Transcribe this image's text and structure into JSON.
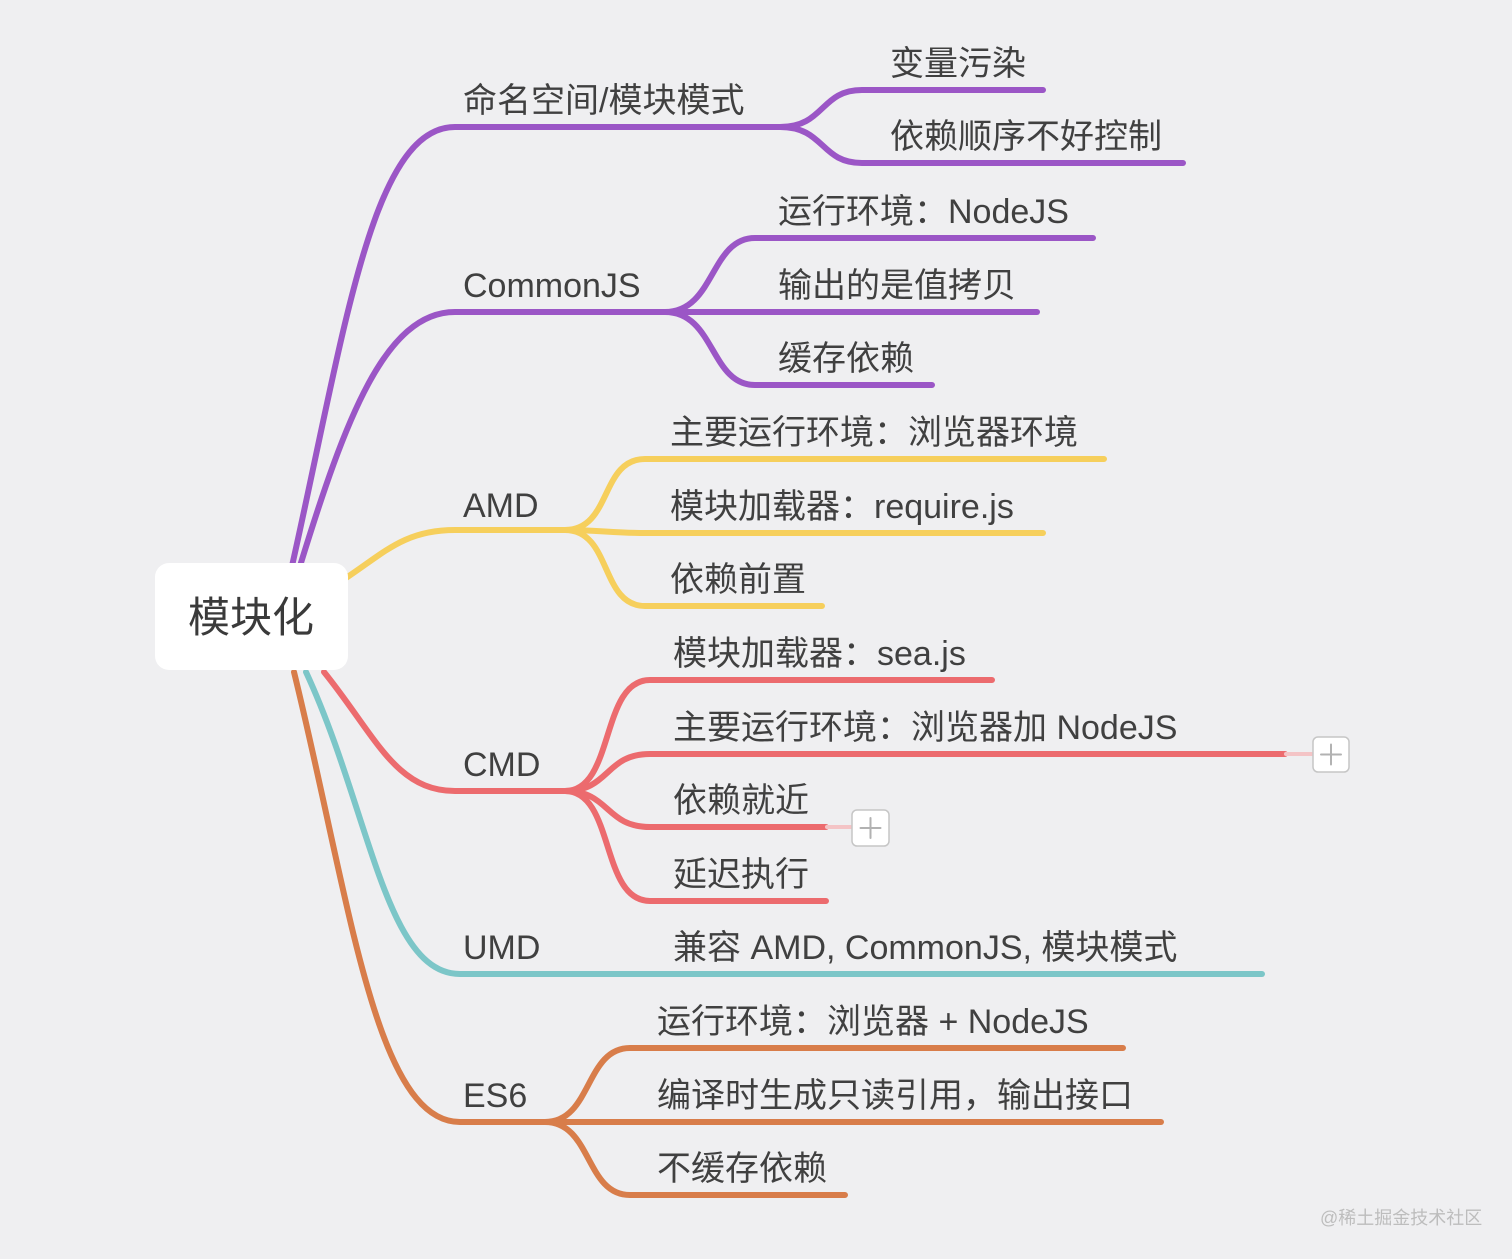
{
  "root": {
    "label": "模块化"
  },
  "branches": [
    {
      "label": "命名空间/模块模式",
      "color": "#9B56C6",
      "children": [
        "变量污染",
        "依赖顺序不好控制"
      ]
    },
    {
      "label": "CommonJS",
      "color": "#9B56C6",
      "children": [
        "运行环境：NodeJS",
        "输出的是值拷贝",
        "缓存依赖"
      ]
    },
    {
      "label": "AMD",
      "color": "#F6CF5C",
      "children": [
        "主要运行环境：浏览器环境",
        "模块加载器：require.js",
        "依赖前置"
      ]
    },
    {
      "label": "CMD",
      "color": "#EC6B6E",
      "children": [
        "模块加载器：sea.js",
        "主要运行环境：浏览器加 NodeJS",
        "依赖就近",
        "延迟执行"
      ]
    },
    {
      "label": "UMD",
      "color": "#7CC6C8",
      "children": [
        "兼容 AMD, CommonJS, 模块模式"
      ]
    },
    {
      "label": "ES6",
      "color": "#D87D4A",
      "children": [
        "运行环境：浏览器 + NodeJS",
        "编译时生成只读引用，输出接口",
        "不缓存依赖"
      ]
    }
  ],
  "expand_icon": "plus-icon",
  "watermark": "@稀土掘金技术社区",
  "colors": {
    "background": "#EFEFF1",
    "root_box": "#FFFFFF",
    "text": "#404040"
  }
}
